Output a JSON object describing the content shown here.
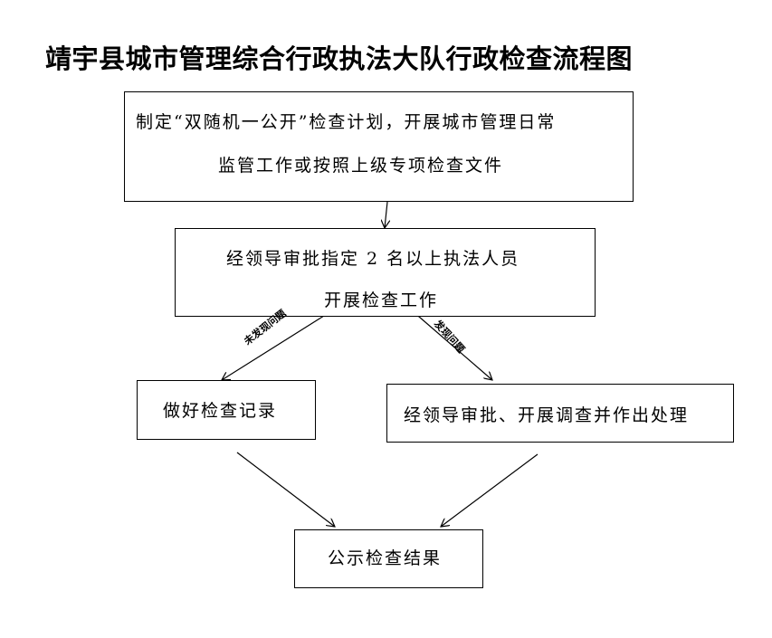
{
  "title": "靖宇县城市管理综合行政执法大队行政检查流程图",
  "nodes": {
    "plan": {
      "line1": "制定“双随机一公开”检查计划，开展城市管理日常",
      "line2": "监管工作或按照上级专项检查文件"
    },
    "assign": {
      "line1": "经领导审批指定 2 名以上执法人员",
      "line2": "开展检查工作"
    },
    "record": {
      "line1": "做好检查记录"
    },
    "handle": {
      "line1": "经领导审批、开展调查并作出处理"
    },
    "publish": {
      "line1": "公示检查结果"
    }
  },
  "edges": {
    "no_problem": "未发现问题",
    "problem_found": "发现问题"
  }
}
